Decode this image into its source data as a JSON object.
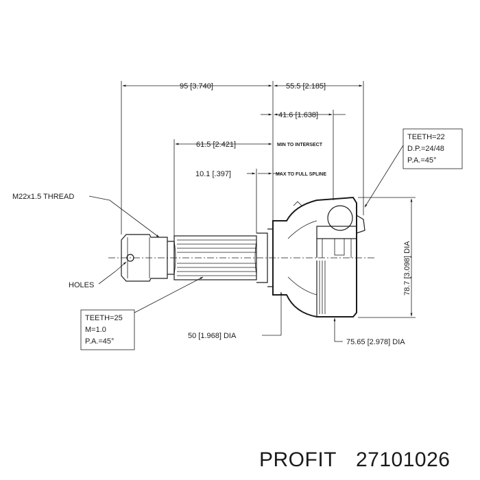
{
  "dimensions": {
    "overall_length": "95 [3.740]",
    "outer_length": "55.5 [2.185]",
    "bell_length": "41.6 [1.638]",
    "intersect_length": "61.5 [2.421]",
    "intersect_note": "MIN TO INTERSECT",
    "spline_length": "10.1 [.397]",
    "spline_note": "MAX TO FULL SPLINE",
    "outer_dia": "78.7 [3.098] DIA",
    "seal_dia": "50 [1.968] DIA",
    "ring_dia": "75.65 [2.978] DIA"
  },
  "callouts": {
    "thread": "M22x1.5 THREAD",
    "holes": "HOLES"
  },
  "spec_shaft": {
    "teeth": "TEETH=25",
    "module": "M=1.0",
    "pressure_angle": "P.A.=45°"
  },
  "spec_ring": {
    "teeth": "TEETH=22",
    "pitch": "D.P.=24/48",
    "pressure_angle": "P.A.=45°"
  },
  "footer": {
    "brand": "PROFIT",
    "part_number": "27101026"
  }
}
